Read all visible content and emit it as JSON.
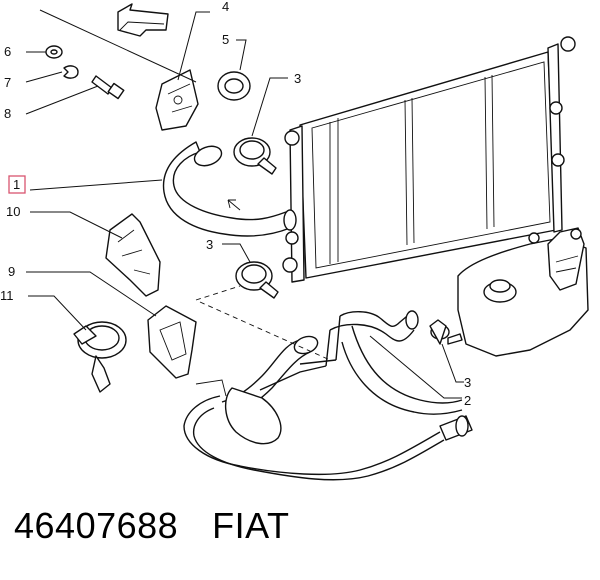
{
  "callouts": {
    "c1": "1",
    "c2": "2",
    "c3a": "3",
    "c3b": "3",
    "c3c": "3",
    "c4": "4",
    "c5": "5",
    "c6": "6",
    "c7": "7",
    "c8": "8",
    "c9": "9",
    "c10": "10",
    "c11": "11"
  },
  "footer": {
    "part_number": "46407688",
    "brand": "FIAT"
  },
  "highlight_color": "#d9546f"
}
